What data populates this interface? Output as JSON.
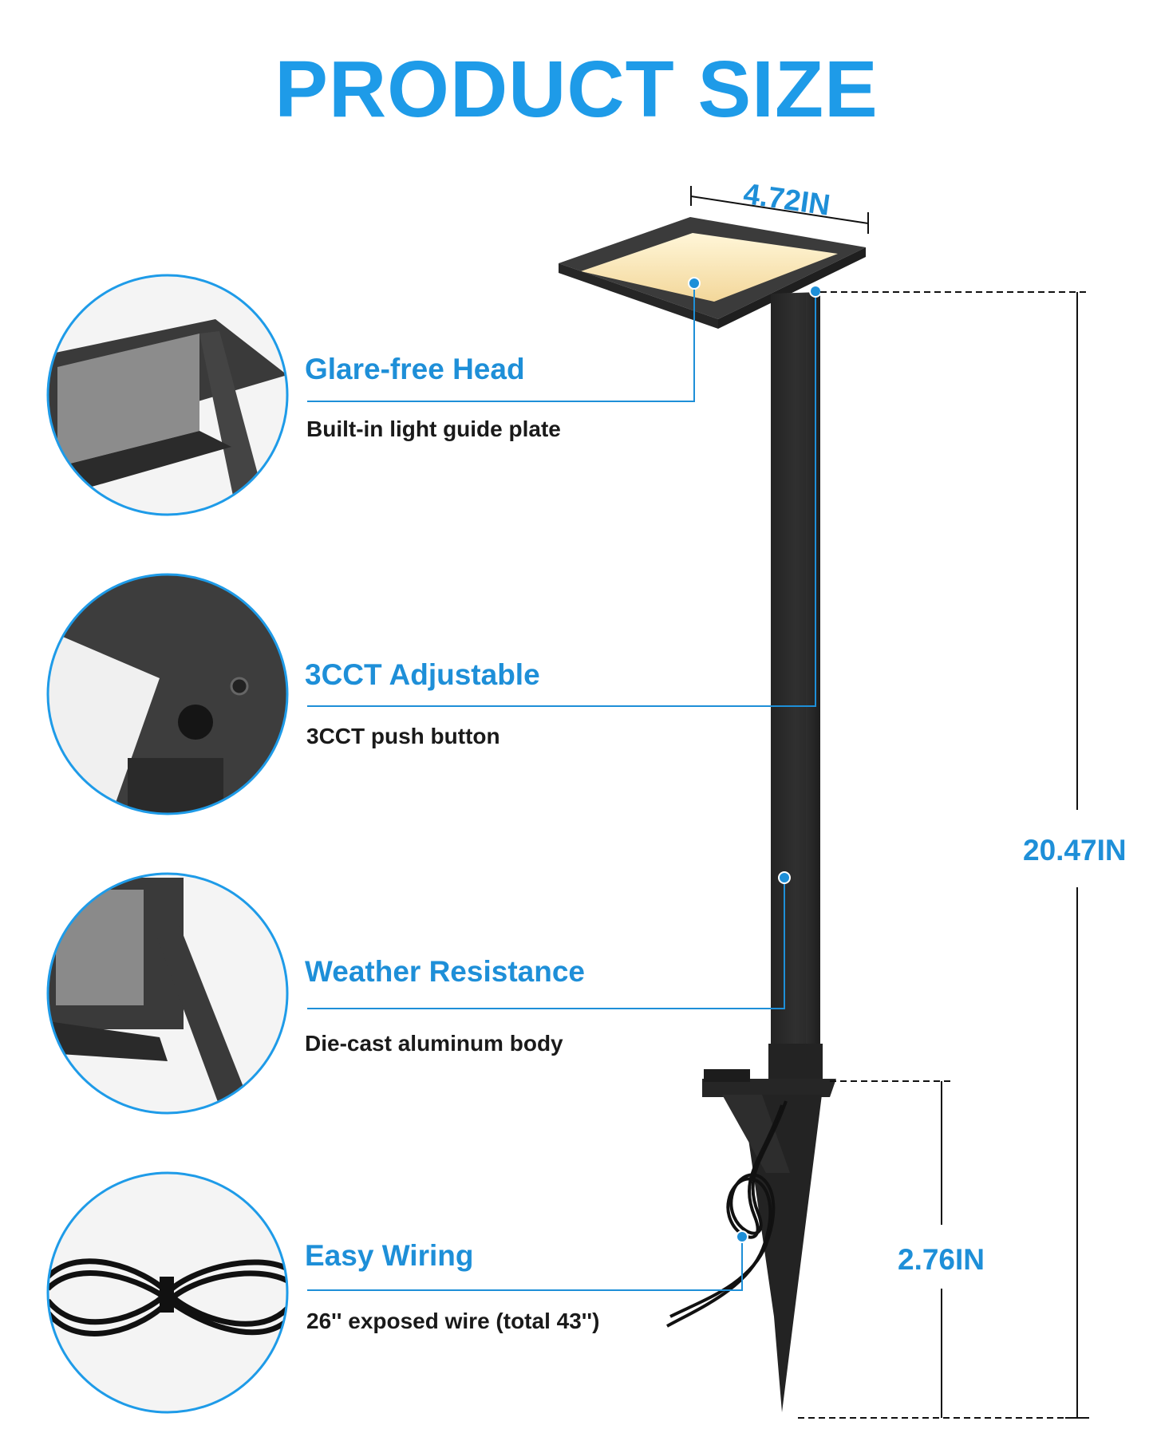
{
  "title": "PRODUCT SIZE",
  "colors": {
    "accent": "#1e9be8",
    "text": "#1a1a1a",
    "product": "#2b2b2b"
  },
  "dimensions": {
    "head_width": "4.72IN",
    "total_height": "20.47IN",
    "stake_height": "2.76IN"
  },
  "features": [
    {
      "title": "Glare-free Head",
      "desc": "Built-in light guide plate",
      "icon": "lamp-head-detail-icon"
    },
    {
      "title": "3CCT Adjustable",
      "desc": "3CCT push button",
      "icon": "push-button-detail-icon"
    },
    {
      "title": "Weather Resistance",
      "desc": "Die-cast aluminum body",
      "icon": "aluminum-body-detail-icon"
    },
    {
      "title": "Easy Wiring",
      "desc": "26'' exposed wire (total 43'')",
      "icon": "coiled-wire-detail-icon"
    }
  ]
}
